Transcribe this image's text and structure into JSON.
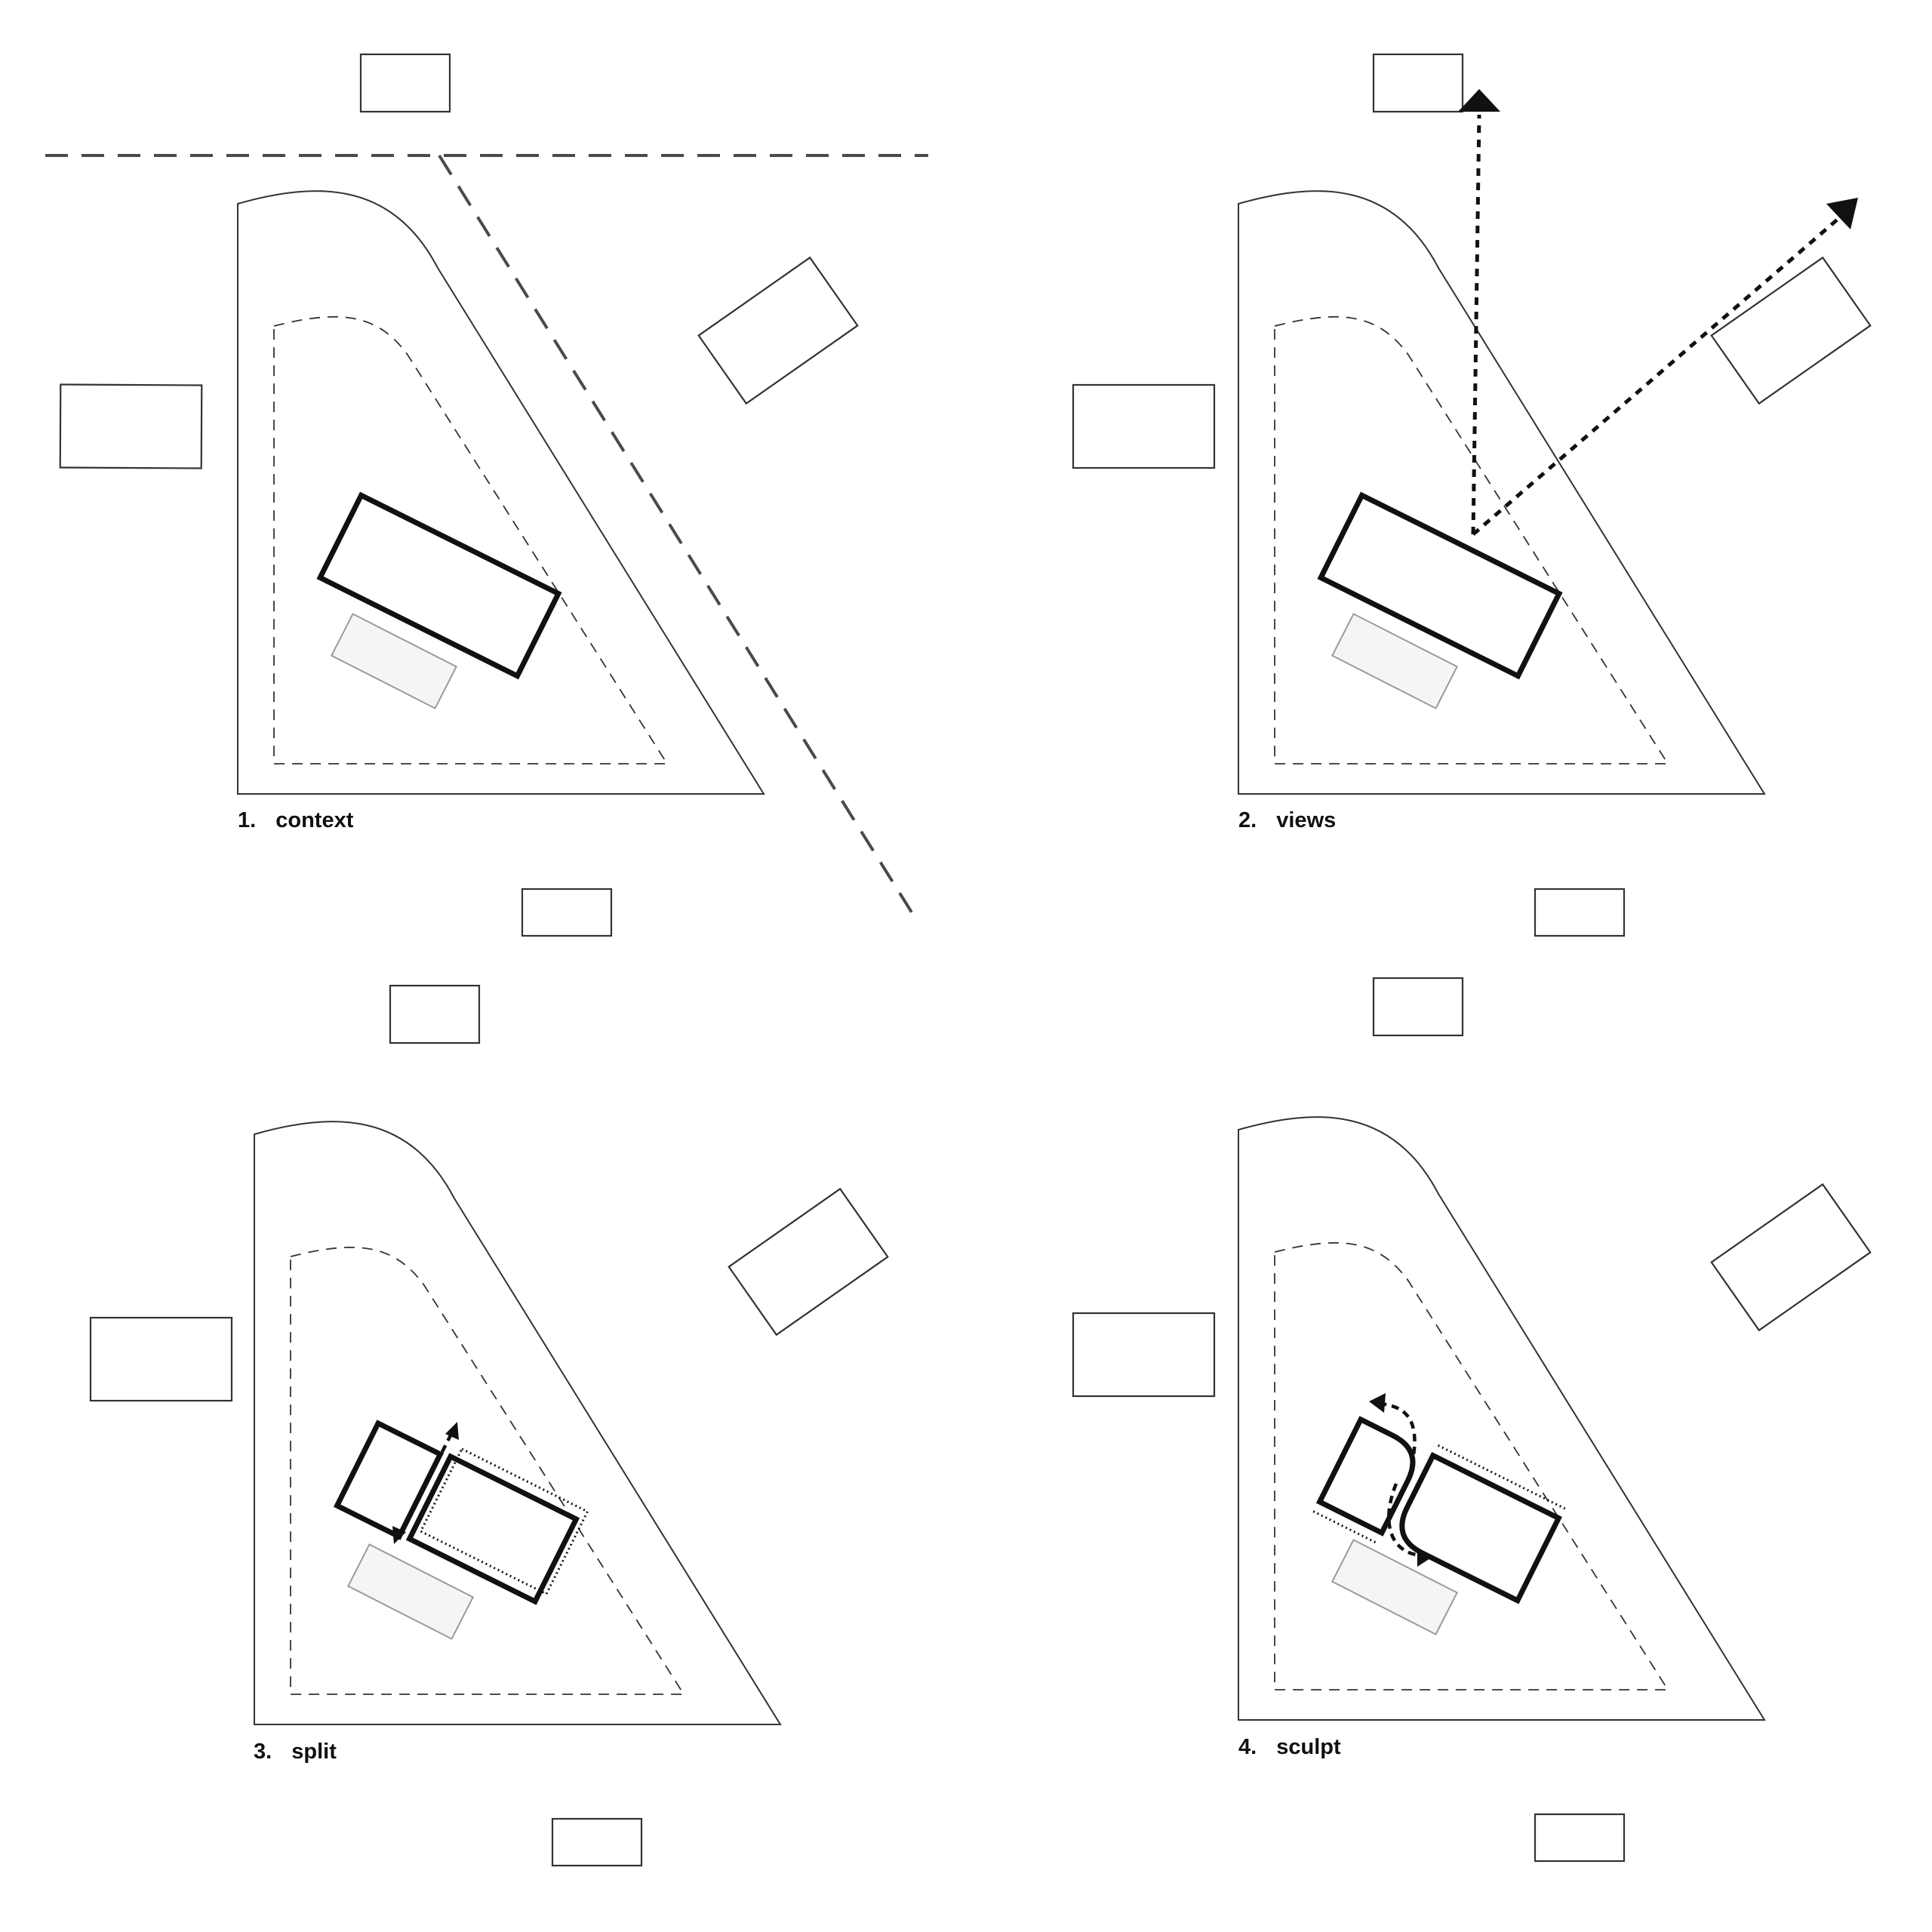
{
  "diagram": {
    "panels": [
      {
        "id": "context",
        "number": "1.",
        "caption": "context"
      },
      {
        "id": "views",
        "number": "2.",
        "caption": "views"
      },
      {
        "id": "split",
        "number": "3.",
        "caption": "split"
      },
      {
        "id": "sculpt",
        "number": "4.",
        "caption": "sculpt"
      }
    ]
  }
}
